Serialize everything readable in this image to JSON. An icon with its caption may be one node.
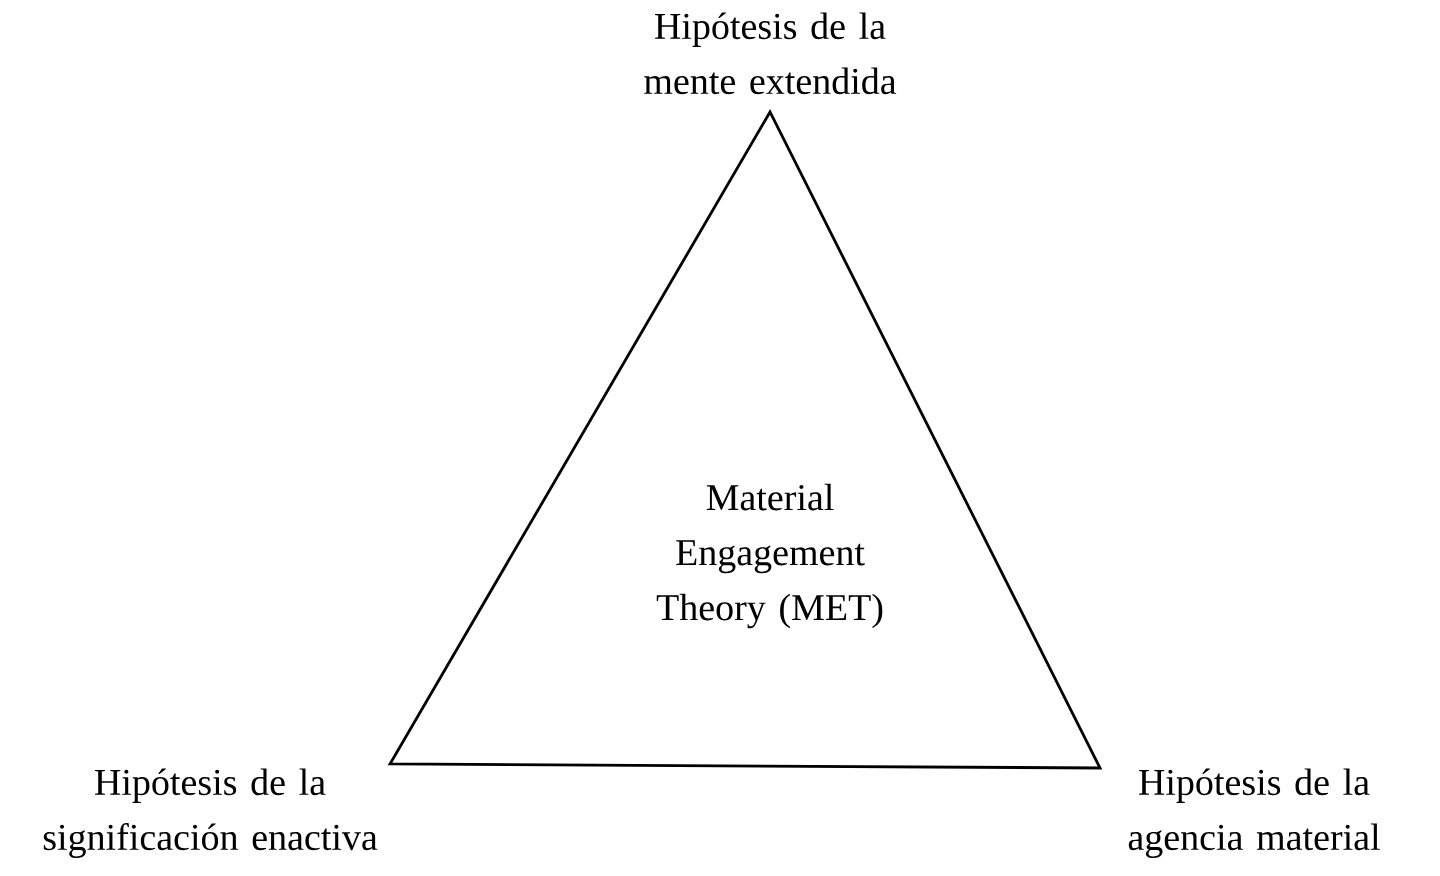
{
  "diagram": {
    "nodes": [
      {
        "text": [
          "Material Engagement Theory (MET)"
        ],
        "beside": [
          "Hipótesis de la mente extendida",
          "Hipótesis de la significación enactiva",
          "Hipótesis de la agencia material"
        ]
      }
    ]
  }
}
